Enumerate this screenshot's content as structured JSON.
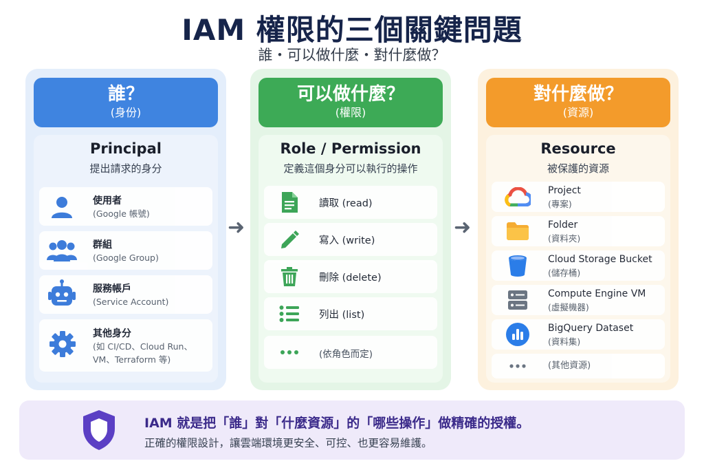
{
  "title": "IAM 權限的三個關鍵問題",
  "subtitle": "誰・可以做什麼・對什麼做？",
  "columns": {
    "who": {
      "heading": "誰？",
      "heading_sub": "(身份)",
      "card_title": "Principal",
      "card_desc": "提出請求的身分",
      "items": [
        {
          "label": "使用者",
          "sub": "(Google 帳號)"
        },
        {
          "label": "群組",
          "sub": "(Google Group)"
        },
        {
          "label": "服務帳戶",
          "sub": "(Service Account)"
        },
        {
          "label": "其他身分",
          "sub1": "(如 CI/CD、Cloud Run、",
          "sub2": "VM、Terraform 等)"
        }
      ]
    },
    "what": {
      "heading": "可以做什麼？",
      "heading_sub": "(權限)",
      "card_title": "Role / Permission",
      "card_desc": "定義這個身分可以執行的操作",
      "items": [
        {
          "label": "讀取 (read)"
        },
        {
          "label": "寫入 (write)"
        },
        {
          "label": "刪除 (delete)"
        },
        {
          "label": "列出 (list)"
        },
        {
          "label": "(依角色而定)"
        }
      ]
    },
    "res": {
      "heading": "對什麼做？",
      "heading_sub": "(資源)",
      "card_title": "Resource",
      "card_desc": "被保護的資源",
      "items": [
        {
          "label": "Project",
          "sub": "(專案)"
        },
        {
          "label": "Folder",
          "sub": "(資料夾)"
        },
        {
          "label": "Cloud Storage Bucket",
          "sub": "(儲存桶)"
        },
        {
          "label": "Compute Engine VM",
          "sub": "(虛擬機器)"
        },
        {
          "label": "BigQuery Dataset",
          "sub": "(資料集)"
        },
        {
          "label": "(其他資源)"
        }
      ]
    }
  },
  "bottom": {
    "main": "IAM 就是把「誰」對「什麼資源」的「哪些操作」做精確的授權。",
    "sub": "正確的權限設計，讓雲端環境更安全、可控、也更容易維護。"
  },
  "colors": {
    "who_accent": "#3f84e0",
    "what_accent": "#3daa56",
    "res_accent": "#f39b2b",
    "shield": "#5b3fc4",
    "title": "#16244a"
  }
}
